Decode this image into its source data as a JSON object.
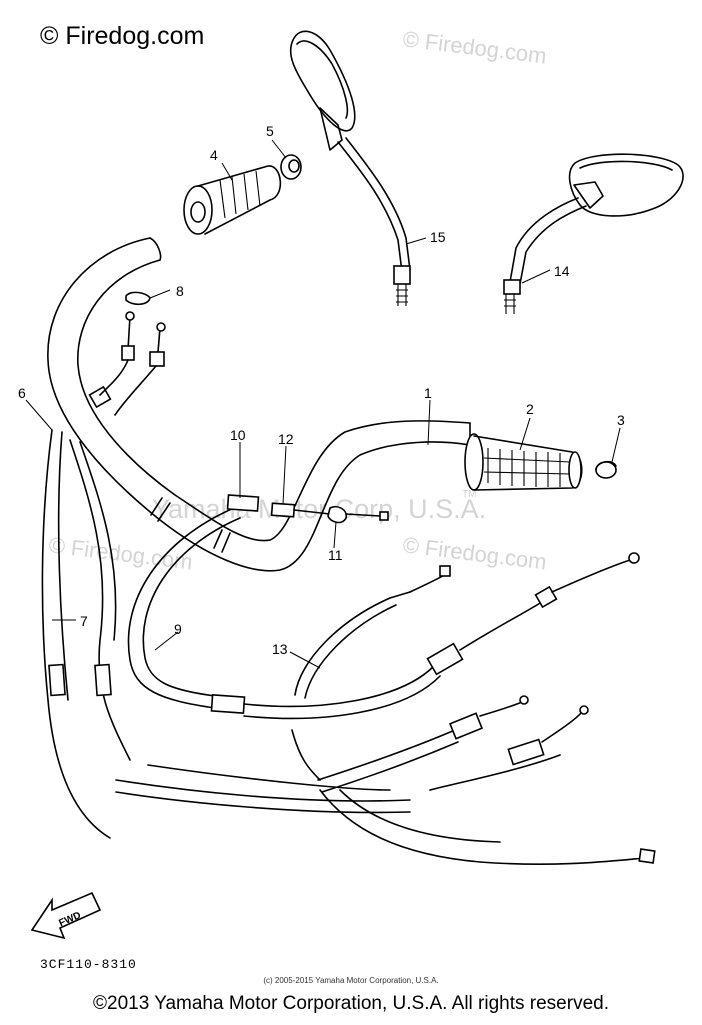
{
  "watermarks": {
    "main": "© Firedog.com",
    "faint": "© Firedog.com",
    "center": "Yamaha Motor Corp, U.S.A.",
    "tm": "TM"
  },
  "labels": [
    {
      "id": "1",
      "text": "1"
    },
    {
      "id": "2",
      "text": "2"
    },
    {
      "id": "3",
      "text": "3"
    },
    {
      "id": "4",
      "text": "4"
    },
    {
      "id": "5",
      "text": "5"
    },
    {
      "id": "6",
      "text": "6"
    },
    {
      "id": "7",
      "text": "7"
    },
    {
      "id": "8",
      "text": "8"
    },
    {
      "id": "9",
      "text": "9"
    },
    {
      "id": "10",
      "text": "10"
    },
    {
      "id": "11",
      "text": "11"
    },
    {
      "id": "12",
      "text": "12"
    },
    {
      "id": "13",
      "text": "13"
    },
    {
      "id": "14",
      "text": "14"
    },
    {
      "id": "15",
      "text": "15"
    }
  ],
  "fwd_label": "FWD",
  "diagram_code": "3CF110-8310",
  "small_copyright": "(c) 2005-2015 Yamaha Motor Corporation, U.S.A.",
  "footer": "©2013 Yamaha Motor Corporation, U.S.A. All rights reserved."
}
